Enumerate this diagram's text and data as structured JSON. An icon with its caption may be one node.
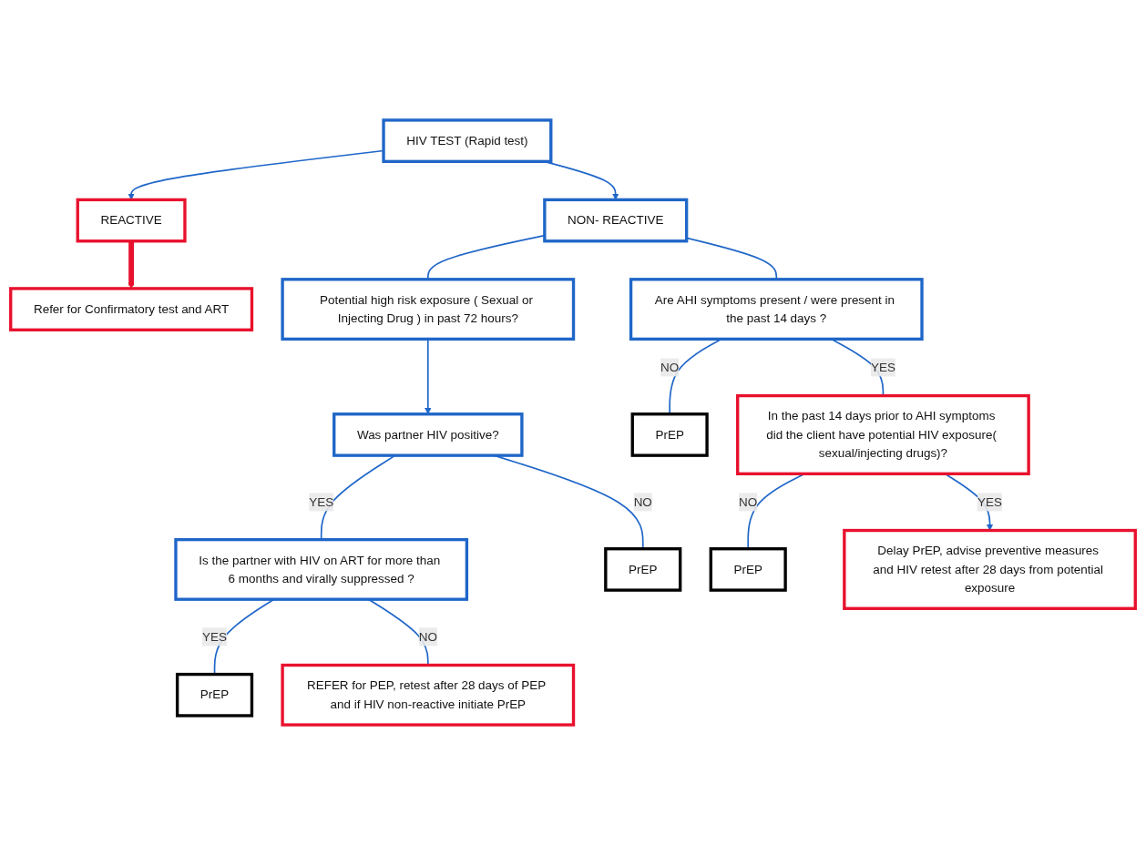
{
  "diagram": {
    "nodes": [
      {
        "text": [
          "HIV TEST (Rapid test)"
        ]
      },
      {
        "text": [
          "NON- REACTIVE"
        ]
      },
      {
        "text": [
          "REACTIVE"
        ]
      },
      {
        "text": [
          "Refer for Confirmatory test and ART"
        ]
      },
      {
        "text": [
          "Potential high risk exposure ( Sexual or Injecting Drug ) in past 72 hours?"
        ]
      },
      {
        "text": [
          "Are AHI symptoms present / were present in the past 14 days ?"
        ]
      },
      {
        "text": [
          "Was partner HIV positive?"
        ]
      },
      {
        "text": [
          "PrEP"
        ]
      },
      {
        "text": [
          "In the past 14 days prior to AHI symptoms did the client have potential HIV exposure( sexual/injecting drugs)?"
        ]
      },
      {
        "text": [
          "Is the partner with HIV on ART for more than 6 months and virally suppressed ?"
        ]
      },
      {
        "text": [
          "PrEP"
        ]
      },
      {
        "text": [
          "PrEP"
        ]
      },
      {
        "text": [
          "Delay PrEP, advise preventive measures and HIV retest after 28 days from potential exposure"
        ]
      },
      {
        "text": [
          "PrEP"
        ]
      },
      {
        "text": [
          "REFER for PEP, retest after 28 days of PEP and if HIV non-reactive initiate PrEP"
        ]
      }
    ],
    "edges": [
      {
        "from": 0,
        "to": 1,
        "arrow": "to"
      },
      {
        "from": 0,
        "to": 2,
        "arrow": "to"
      },
      {
        "from": 2,
        "to": 3,
        "arrow": "to",
        "style": "thick",
        "color": "#e8112d"
      },
      {
        "from": 1,
        "to": 4,
        "arrow": "none"
      },
      {
        "from": 1,
        "to": 5,
        "arrow": "none"
      },
      {
        "from": 4,
        "to": 6,
        "arrow": "to"
      },
      {
        "from": 5,
        "to": 7,
        "arrow": "none",
        "label": "NO"
      },
      {
        "from": 5,
        "to": 8,
        "arrow": "none",
        "label": "YES"
      },
      {
        "from": 6,
        "to": 9,
        "arrow": "none",
        "label": "YES"
      },
      {
        "from": 6,
        "to": 10,
        "arrow": "none",
        "label": "NO"
      },
      {
        "from": 8,
        "to": 11,
        "arrow": "none",
        "label": "NO"
      },
      {
        "from": 8,
        "to": 12,
        "arrow": "to",
        "label": "YES"
      },
      {
        "from": 9,
        "to": 13,
        "arrow": "none",
        "label": "YES"
      },
      {
        "from": 9,
        "to": 14,
        "arrow": "none",
        "label": "NO"
      }
    ]
  }
}
